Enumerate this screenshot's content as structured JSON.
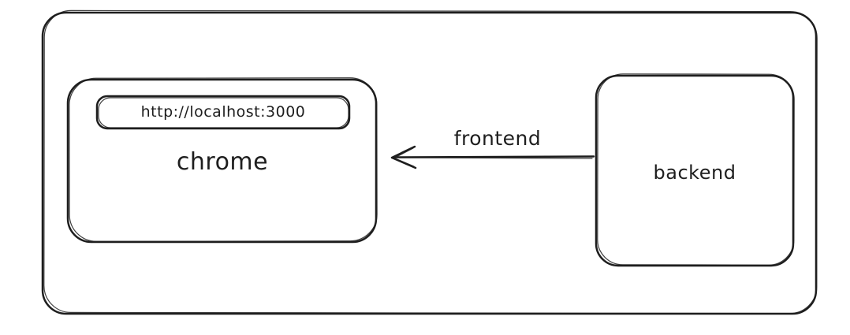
{
  "diagram": {
    "background_color": "#ffffff",
    "stroke_color": "#1e1e1e",
    "nodes": {
      "container": {
        "label": "",
        "fill": "none"
      },
      "chrome": {
        "label": "chrome",
        "url_bar_text": "http://localhost:3000",
        "fill": "#ffffff"
      },
      "backend": {
        "label": "backend",
        "fill": "#a5d8ff"
      }
    },
    "arrow": {
      "label": "frontend",
      "from": "backend",
      "to": "chrome",
      "direction": "left"
    }
  }
}
